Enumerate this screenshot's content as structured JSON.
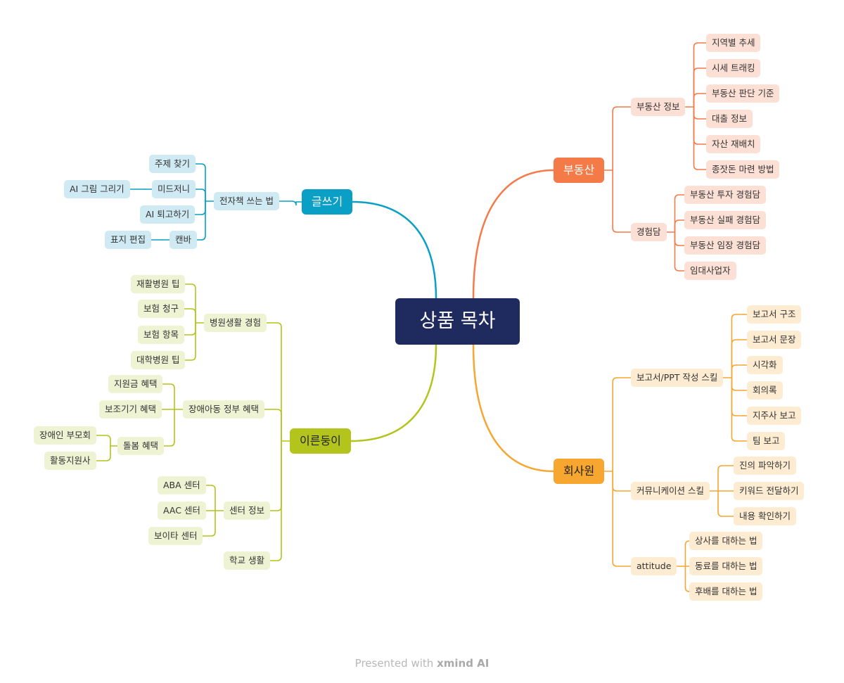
{
  "root": "상품 목차",
  "branches": {
    "writing": {
      "title": "글쓰기",
      "sub1": "전자책 쓰는 법",
      "l_topic": "주제 찾기",
      "l_mid": "미드저니",
      "l_mid_child": "AI 그림 그리기",
      "l_ai": "AI 퇴고하기",
      "l_canva": "캔바",
      "l_canva_child": "표지 편집"
    },
    "realestate": {
      "title": "부동산",
      "sub_info": "부동산 정보",
      "info": [
        "지역별 추세",
        "시세 트래킹",
        "부동산 판단 기준",
        "대출 정보",
        "자산 재배치",
        "종잣돈 마련 방법"
      ],
      "sub_exp": "경험담",
      "exp": [
        "부동산 투자 경험담",
        "부동산 실패 경험담",
        "부동산 임장 경험담",
        "임대사업자"
      ]
    },
    "worker": {
      "title": "회사원",
      "sub_report": "보고서/PPT 작성 스킬",
      "report": [
        "보고서 구조",
        "보고서 문장",
        "시각화",
        "회의록",
        "지주사 보고",
        "팀 보고"
      ],
      "sub_comm": "커뮤니케이션 스킬",
      "comm": [
        "진의 파악하기",
        "키워드 전달하기",
        "내용 확인하기"
      ],
      "sub_att": "attitude",
      "att": [
        "상사를 대하는 법",
        "동료를 대하는 법",
        "후배를 대하는 법"
      ]
    },
    "early": {
      "title": "이른둥이",
      "sub_hosp": "병원생활 경험",
      "hosp": [
        "재활병원 팁",
        "보험 청구",
        "보험 항목",
        "대학병원 팁"
      ],
      "sub_gov": "장애아동 정부 혜택",
      "gov_1": "지원금 혜택",
      "gov_2": "보조기기 혜택",
      "gov_3": "돌봄 혜택",
      "gov_3_children": [
        "장애인 부모회",
        "활동지원사"
      ],
      "sub_center": "센터 정보",
      "center": [
        "ABA 센터",
        "AAC 센터",
        "보이타 센터"
      ],
      "sub_school": "학교 생활"
    }
  },
  "footer": {
    "prefix": "Presented with",
    "brand": "xmind AI"
  },
  "colors": {
    "root": "#1f2a5e",
    "writing": "#0a9fc4",
    "realestate": "#f47a48",
    "worker": "#f7a630",
    "early": "#b3c41c"
  }
}
